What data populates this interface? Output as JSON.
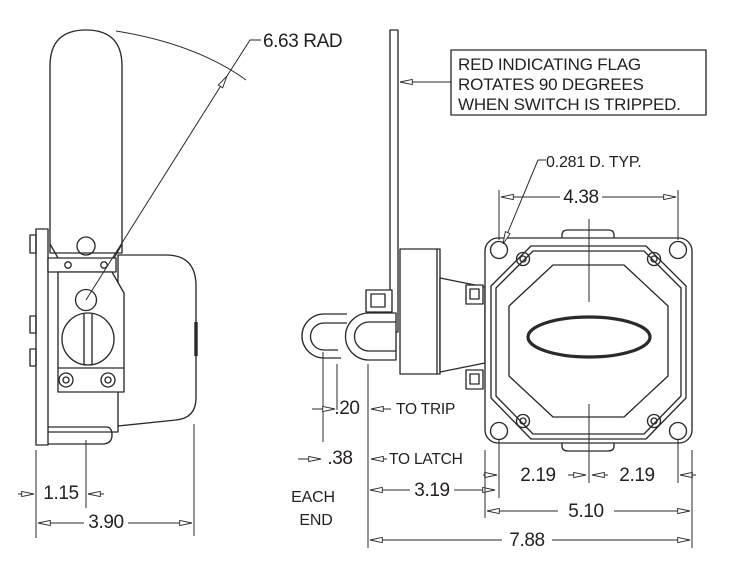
{
  "colors": {
    "background": "#ffffff",
    "line": "#2b2a29",
    "text": "#231f20"
  },
  "side_view": {
    "radius_callout": "6.63 RAD",
    "dim_bracket_offset": "1.15",
    "dim_overall_depth": "3.90"
  },
  "lever_detail": {
    "dim_trip_travel": ".20",
    "dim_end_travel": ".38",
    "each_end_word1": "EACH",
    "each_end_word2": "END",
    "to_trip_label": "TO TRIP",
    "to_latch_label": "TO LATCH",
    "dim_latch_offset": "3.19"
  },
  "front_view": {
    "note_line1": "RED INDICATING FLAG",
    "note_line2": "ROTATES 90 DEGREES",
    "note_line3": "WHEN SWITCH IS TRIPPED.",
    "hole_callout": "0.281 D. TYP.",
    "dim_hole_spacing": "4.38",
    "dim_center_to_hole_left": "2.19",
    "dim_center_to_hole_right": "2.19",
    "dim_flange_width": "5.10",
    "dim_overall_width": "7.88"
  }
}
